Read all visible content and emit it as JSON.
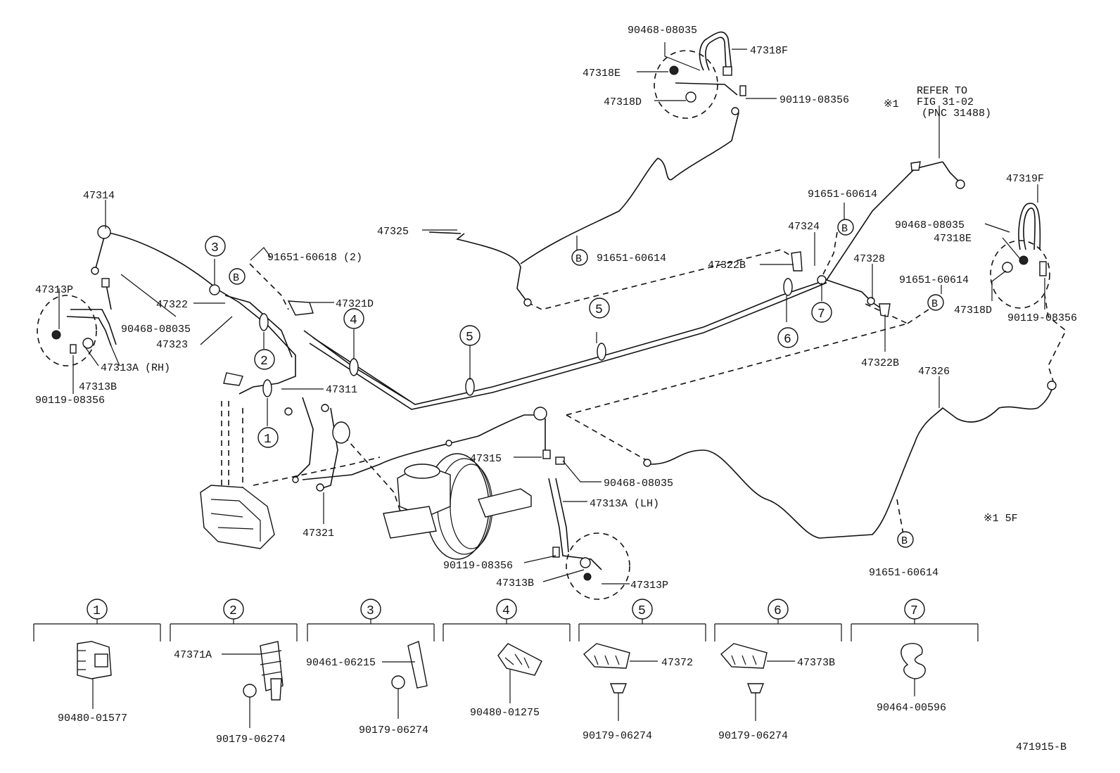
{
  "labels": {
    "p47314": "47314",
    "p47313P_a": "47313P",
    "p90468_a": "90468-08035",
    "p47313A_rh": "47313A (RH)",
    "p47313B_a": "47313B",
    "p90119_a": "90119-08356",
    "p47322": "47322",
    "p47323": "47323",
    "p91651_618": "91651-60618 (2)",
    "p47321D": "47321D",
    "p47311": "47311",
    "p47321": "47321",
    "p47325": "47325",
    "p91651_mid": "91651-60614",
    "p90468_top": "90468-08035",
    "p47318F": "47318F",
    "p47318E_top": "47318E",
    "p47318D_top": "47318D",
    "p90119_top": "90119-08356",
    "ref_mark": "※1",
    "ref_line1": "REFER TO",
    "ref_line2": "FIG 31-02",
    "ref_line3": "(PNC 31488)",
    "p91651_r1": "91651-60614",
    "p47324": "47324",
    "p47322B_a": "47322B",
    "p47328": "47328",
    "p47322B_b": "47322B",
    "p91651_r2": "91651-60614",
    "p47319F": "47319F",
    "p90468_r": "90468-08035",
    "p47318E_r": "47318E",
    "p47318D_r": "47318D",
    "p90119_r": "90119-08356",
    "p47326": "47326",
    "p47315": "47315",
    "p90468_lh": "90468-08035",
    "p47313A_lh": "47313A (LH)",
    "p90119_lh": "90119-08356",
    "p47313B_lh": "47313B",
    "p47313P_lh": "47313P",
    "note_5f": "※1 5F",
    "p91651_bot": "91651-60614",
    "b_letter": "B",
    "diagram_code": "471915-B"
  },
  "callouts": {
    "c1": "1",
    "c2": "2",
    "c3": "3",
    "c4": "4",
    "c5a": "5",
    "c5b": "5",
    "c6": "6",
    "c7": "7"
  },
  "details": [
    {
      "num": "1",
      "upper": "",
      "lower": "90480-01577"
    },
    {
      "num": "2",
      "upper": "47371A",
      "lower": "90179-06274"
    },
    {
      "num": "3",
      "upper": "90461-06215",
      "lower": "90179-06274"
    },
    {
      "num": "4",
      "upper": "",
      "lower": "90480-01275"
    },
    {
      "num": "5",
      "upper": "47372",
      "lower": "90179-06274"
    },
    {
      "num": "6",
      "upper": "47373B",
      "lower": "90179-06274"
    },
    {
      "num": "7",
      "upper": "",
      "lower": "90464-00596"
    }
  ]
}
